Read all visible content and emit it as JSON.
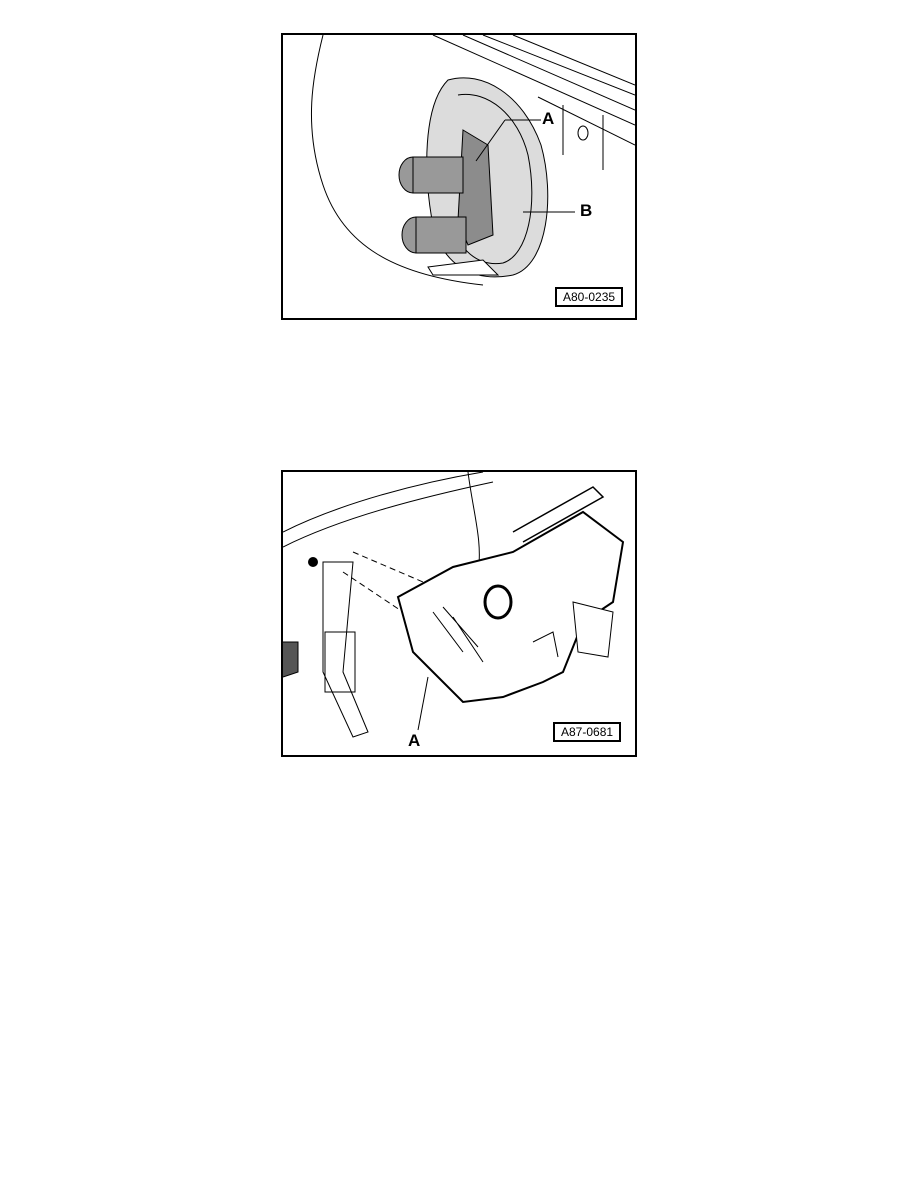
{
  "page": {
    "background": "#ffffff"
  },
  "figures": [
    {
      "id": "fig1",
      "ref_code": "A80-0235",
      "callouts": [
        {
          "label": "A"
        },
        {
          "label": "B"
        }
      ]
    },
    {
      "id": "fig2",
      "ref_code": "A87-0681",
      "callouts": [
        {
          "label": "A"
        }
      ]
    }
  ]
}
